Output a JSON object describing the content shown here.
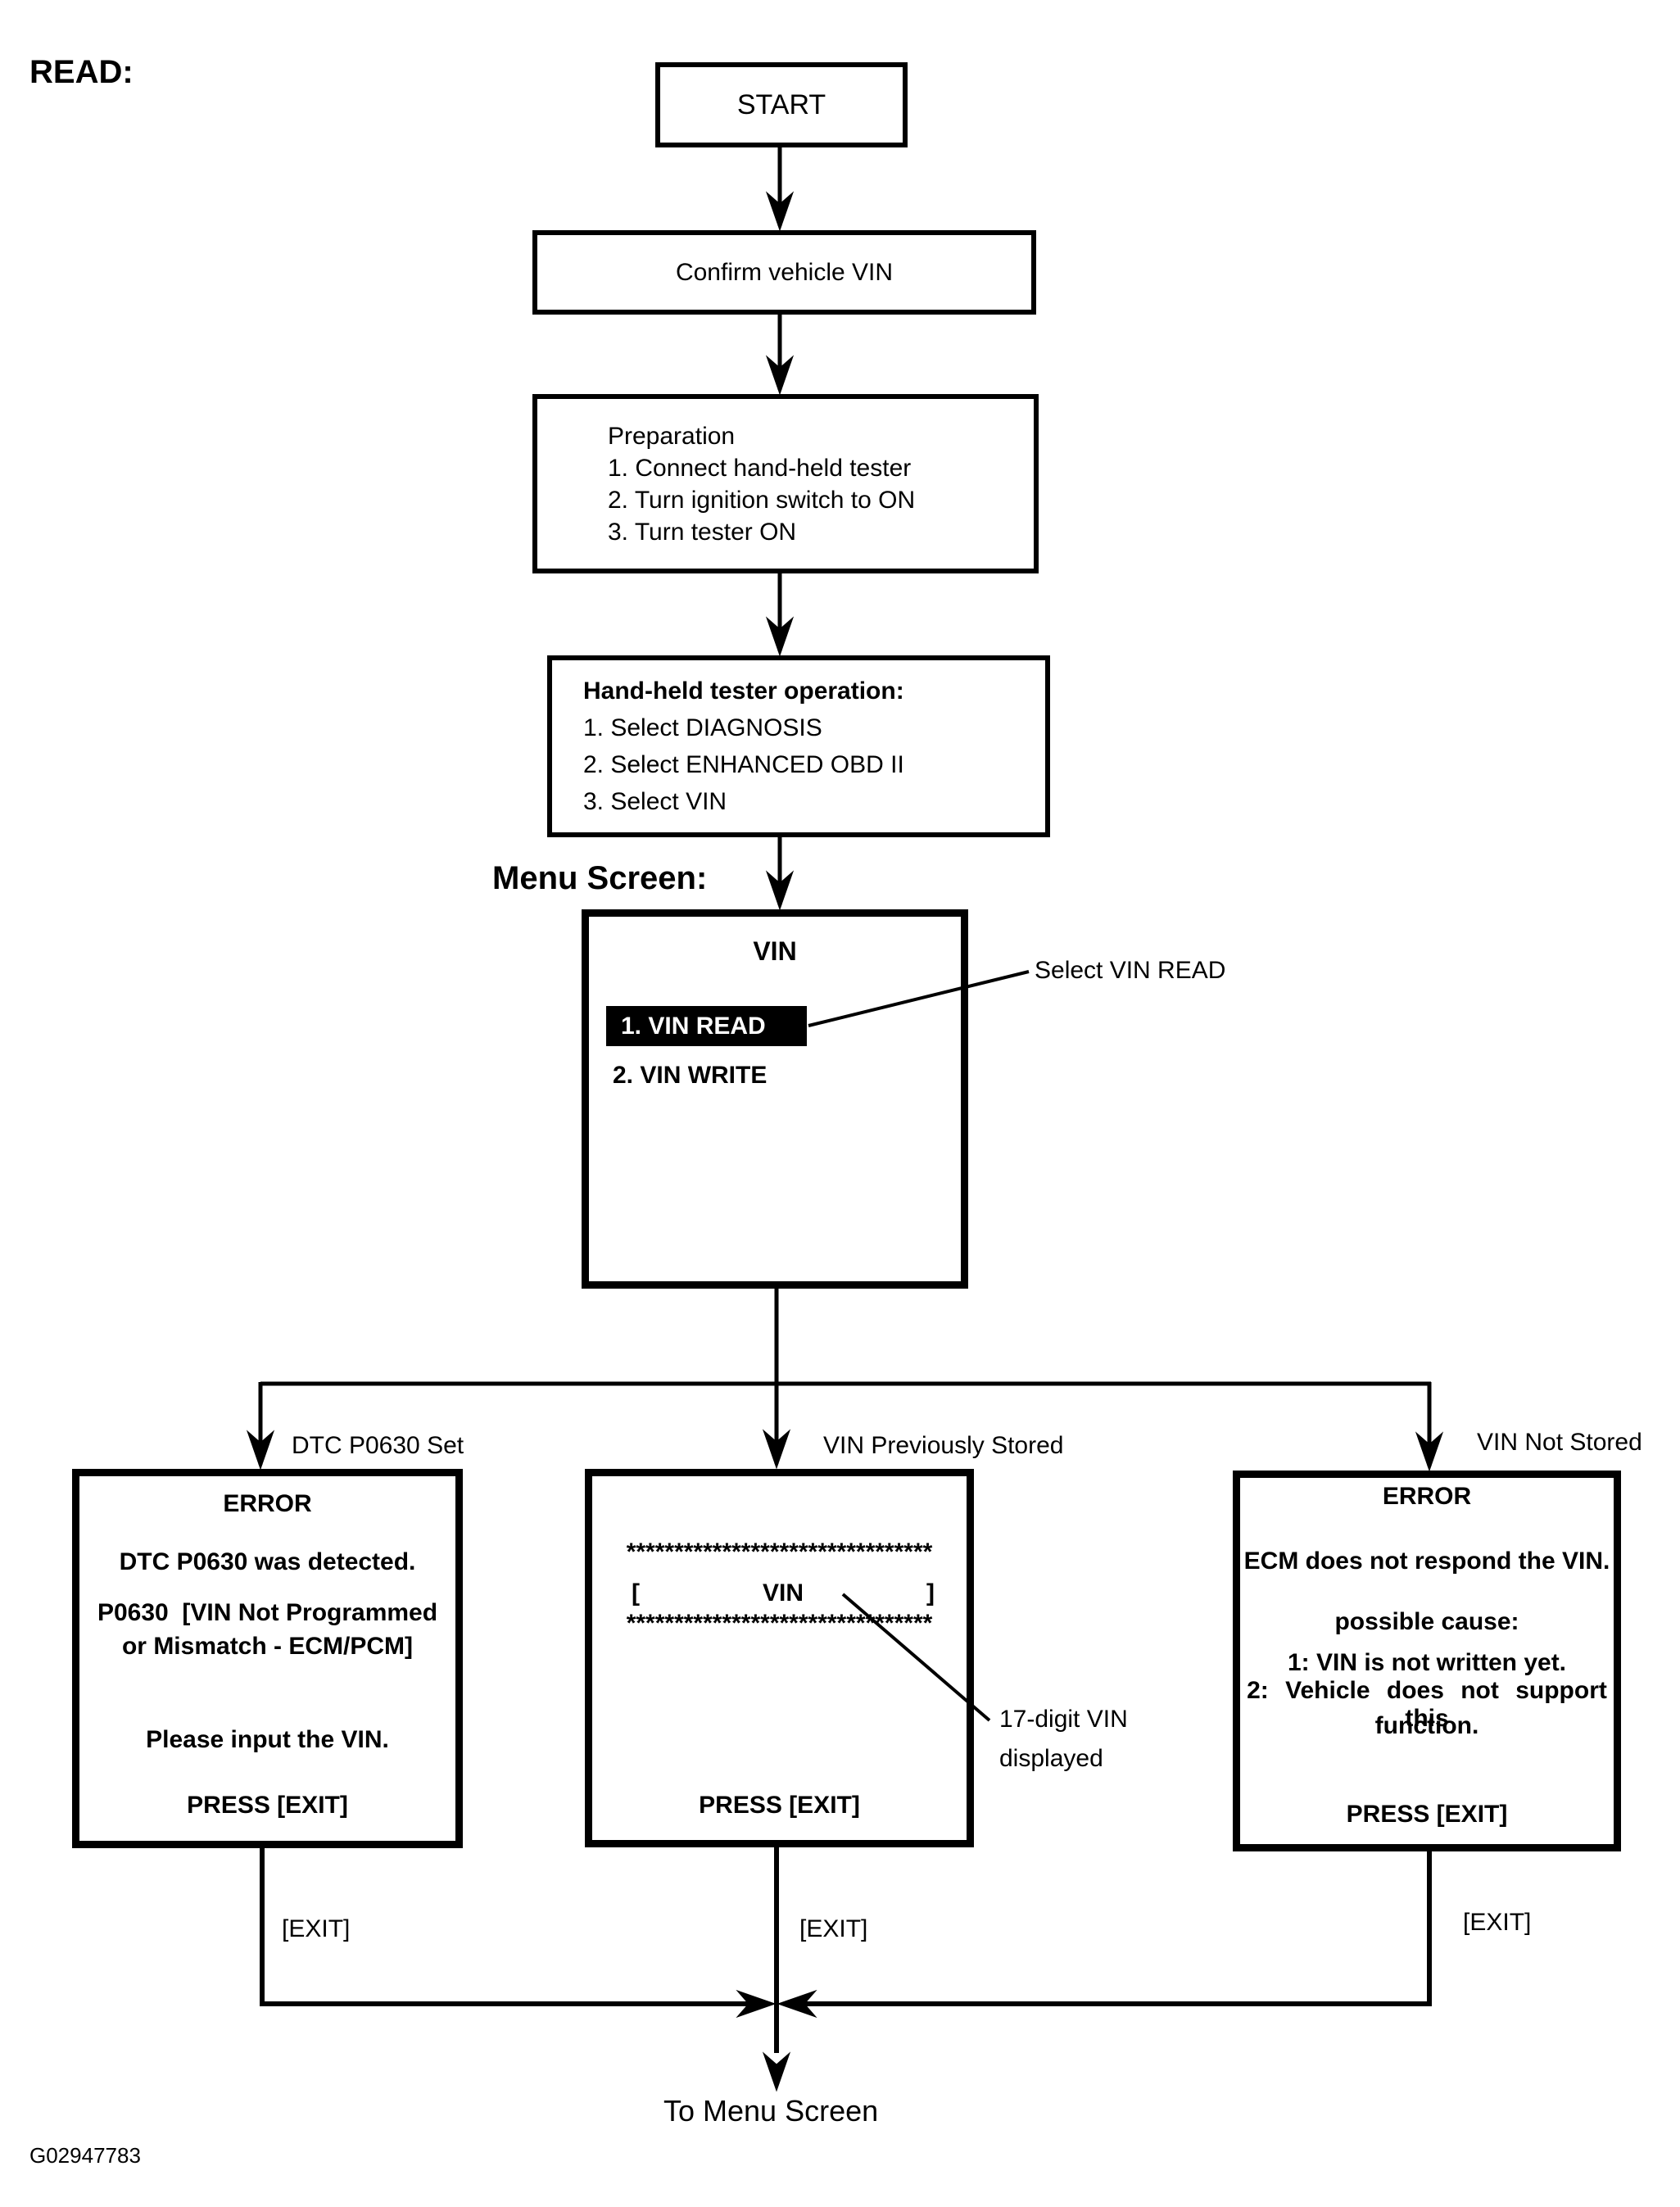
{
  "header": {
    "title": "READ:",
    "figure_code": "G02947783"
  },
  "nodes": {
    "start": "START",
    "confirm": "Confirm vehicle VIN",
    "preparation": {
      "title": "Preparation",
      "steps": [
        "1. Connect hand-held tester",
        "2. Turn ignition switch to ON",
        "3. Turn tester ON"
      ]
    },
    "tester_operation": {
      "title": "Hand-held tester operation:",
      "steps": [
        "1. Select DIAGNOSIS",
        "2. Select ENHANCED OBD II",
        "3. Select VIN"
      ]
    },
    "menu_screen_caption": "Menu Screen:",
    "menu": {
      "title": "VIN",
      "selected_item": "1. VIN READ",
      "item2": "2. VIN WRITE"
    },
    "select_callout": "Select VIN READ"
  },
  "branches": {
    "left_label": "DTC P0630 Set",
    "middle_label": "VIN Previously Stored",
    "right_label": "VIN Not Stored"
  },
  "screens": {
    "dtc_error": {
      "title": "ERROR",
      "lines": [
        "DTC P0630 was detected.",
        "P0630  [VIN Not Programmed",
        "or Mismatch - ECM/PCM]",
        "Please input the VIN."
      ],
      "press": "PRESS [EXIT]"
    },
    "vin_display": {
      "stars": "********************************",
      "bracket_open": "[",
      "label": "VIN",
      "bracket_close": "]",
      "press": "PRESS [EXIT]",
      "callout": [
        "17-digit VIN",
        "displayed"
      ]
    },
    "no_vin_error": {
      "title": "ERROR",
      "lines": [
        "ECM does not respond the VIN.",
        "possible cause:",
        "1: VIN is not written yet.",
        "2: Vehicle does not support this",
        "function."
      ],
      "press": "PRESS [EXIT]"
    }
  },
  "exits": {
    "left": "[EXIT]",
    "middle": "[EXIT]",
    "right": "[EXIT]"
  },
  "footer": {
    "to_menu": "To Menu Screen"
  }
}
